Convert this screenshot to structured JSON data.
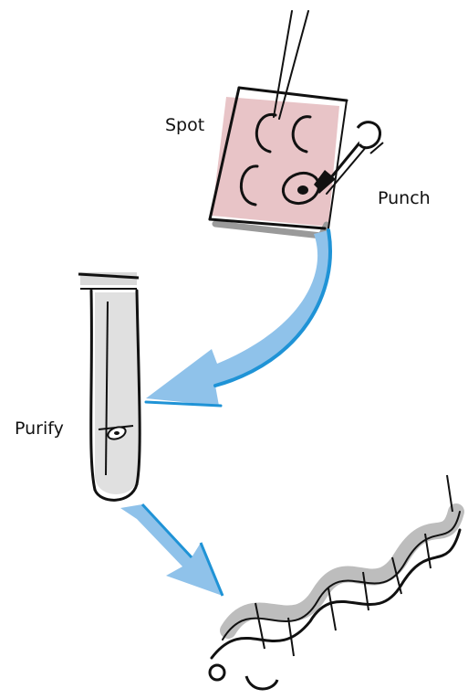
{
  "labels": {
    "spot": "Spot",
    "punch": "Punch",
    "purify": "Purify"
  },
  "colors": {
    "card_fill": "#e8c4c7",
    "arrow_fill": "#8fc2ea",
    "arrow_edge": "#1f93d6",
    "tube_fill": "#d9d9d9",
    "helix_shadow": "#bdbdbd",
    "ink": "#111111"
  },
  "icons": [
    "filter-card-icon",
    "pipette-icon",
    "punch-tool-icon",
    "curved-arrow-icon",
    "tube-icon",
    "arrow-icon",
    "dna-helix-icon"
  ]
}
